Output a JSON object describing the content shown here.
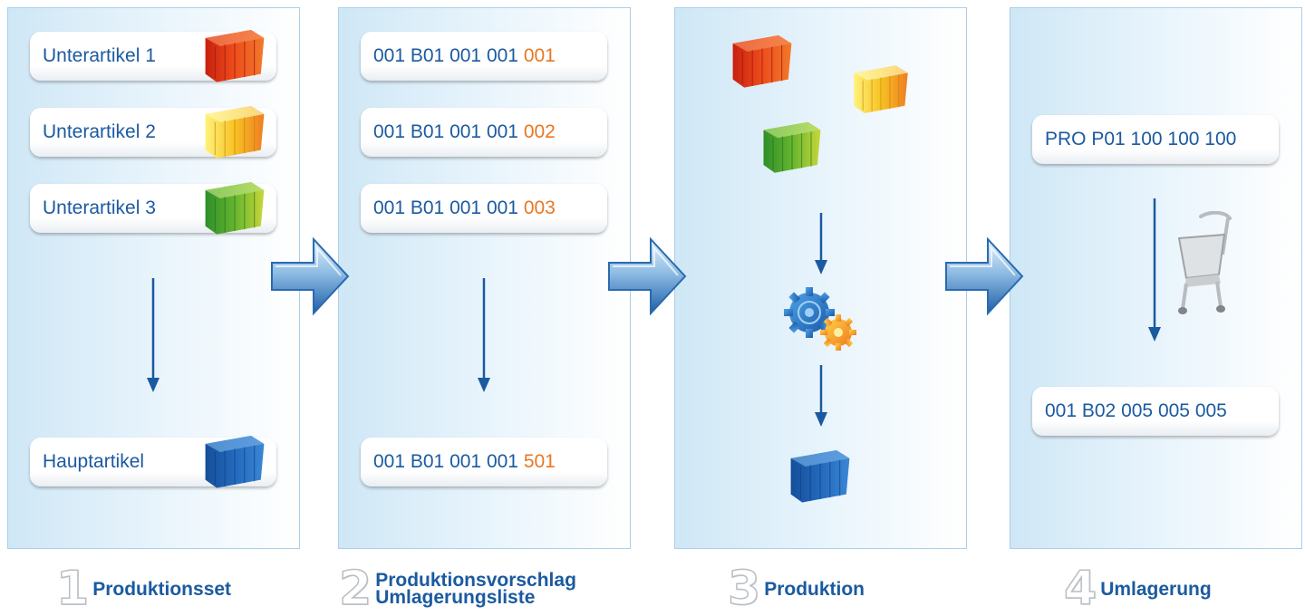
{
  "panels": [
    {
      "number": "1",
      "title_line1": "Produktionsset",
      "title_line2": "",
      "boxes": [
        {
          "text": "Unterartikel 1",
          "suffix": ""
        },
        {
          "text": "Unterartikel 2",
          "suffix": ""
        },
        {
          "text": "Unterartikel 3",
          "suffix": ""
        },
        {
          "text": "Hauptartikel",
          "suffix": ""
        }
      ]
    },
    {
      "number": "2",
      "title_line1": "Produktionsvorschlag",
      "title_line2": "Umlagerungsliste",
      "boxes": [
        {
          "text": "001 B01 001 001 ",
          "suffix": "001"
        },
        {
          "text": "001 B01 001 001 ",
          "suffix": "002"
        },
        {
          "text": "001 B01 001 001 ",
          "suffix": "003"
        },
        {
          "text": "001 B01 001 001 ",
          "suffix": "501"
        }
      ]
    },
    {
      "number": "3",
      "title_line1": "Produktion",
      "title_line2": "",
      "boxes": []
    },
    {
      "number": "4",
      "title_line1": "Umlagerung",
      "title_line2": "",
      "boxes": [
        {
          "text": "PRO P01 100 100 100",
          "suffix": ""
        },
        {
          "text": "001 B02 005 005 005",
          "suffix": ""
        }
      ]
    }
  ],
  "colors": {
    "text_blue": "#1b5aa0",
    "highlight_orange": "#e87722",
    "cube_red": "#e0401c",
    "cube_yellow": "#f5c523",
    "cube_green": "#5dae2e",
    "cube_blue": "#1f63b5",
    "panel_border": "#a9d0e8"
  },
  "icons": [
    "container-cube-icon",
    "gears-icon",
    "shopping-cart-icon",
    "flow-arrow-icon"
  ]
}
